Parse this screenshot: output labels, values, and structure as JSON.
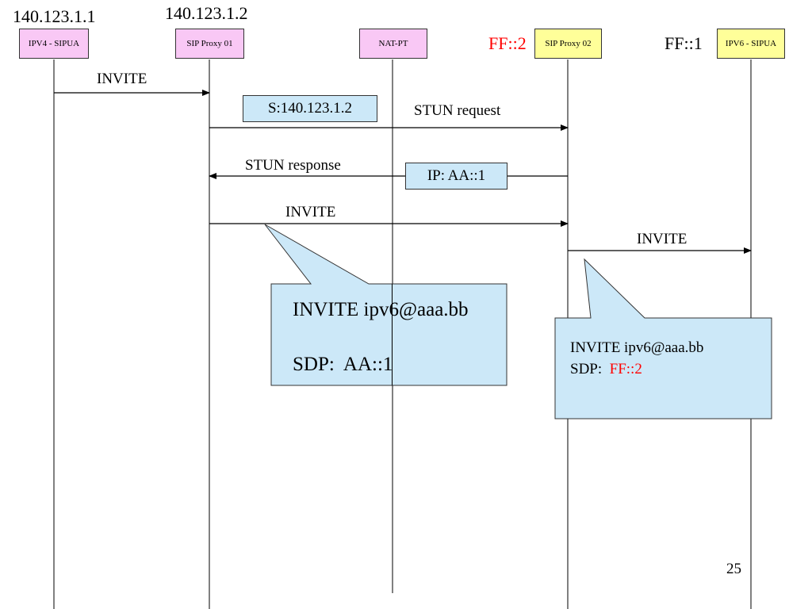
{
  "addresses": {
    "ipv4_ua": "140.123.1.1",
    "proxy01": "140.123.1.2",
    "proxy02": "FF::2",
    "ipv6_ua": "FF::1"
  },
  "colors": {
    "pink_entity": "#f9c8f5",
    "yellow_entity": "#ffff99",
    "callout_fill": "#cce8f8",
    "highlight_red": "#ff0000"
  },
  "entities": {
    "ipv4_ua": "IPV4 - SIPUA",
    "proxy01": "SIP Proxy 01",
    "nat_pt": "NAT-PT",
    "proxy02": "SIP Proxy 02",
    "ipv6_ua": "IPV6 - SIPUA"
  },
  "messages": {
    "invite1": "INVITE",
    "stun_request": "STUN request",
    "stun_response": "STUN response",
    "invite2": "INVITE",
    "invite3": "INVITE"
  },
  "boxes": {
    "stun_source": "S:140.123.1.2",
    "stun_ip": "IP: AA::1"
  },
  "callouts": {
    "left": {
      "line1": "INVITE ipv6@aaa.bb",
      "line2": "SDP:  AA::1"
    },
    "right": {
      "line1": "INVITE ipv6@aaa.bb",
      "line2_prefix": "SDP:  ",
      "line2_value": "FF::2"
    }
  },
  "page_number": "25"
}
